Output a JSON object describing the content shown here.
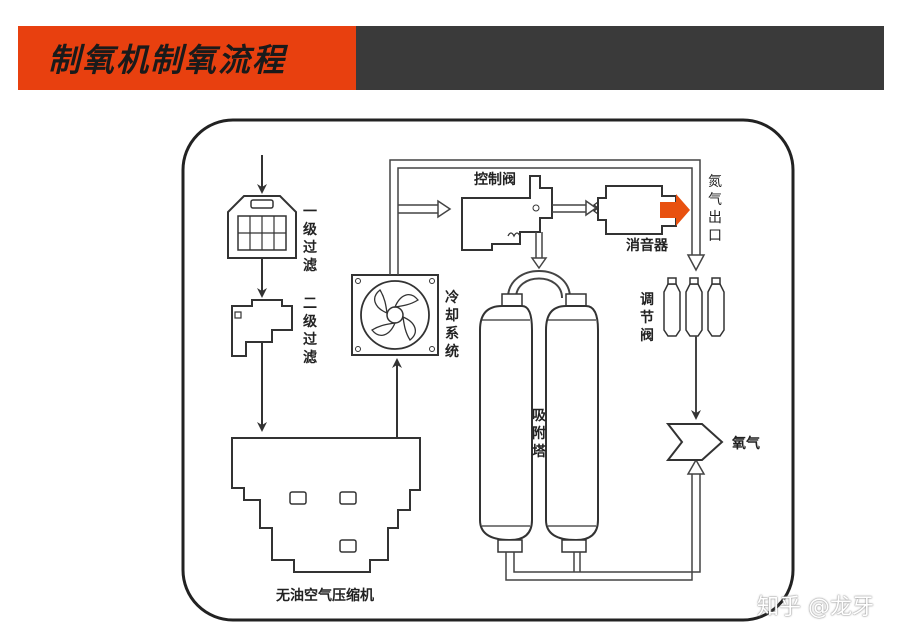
{
  "header": {
    "title": "制氧机制氧流程",
    "bar_color": "#e8400f",
    "bar_dark": "#3a3a3a"
  },
  "labels": {
    "filter1": [
      "一",
      "级",
      "过",
      "滤"
    ],
    "filter2": [
      "二",
      "级",
      "过",
      "滤"
    ],
    "cooling": [
      "冷",
      "却",
      "系",
      "统"
    ],
    "control_valve": "控制阀",
    "silencer": "消音器",
    "nitrogen_outlet": [
      "氮",
      "气",
      "出",
      "口"
    ],
    "regulator": [
      "调",
      "节",
      "阀"
    ],
    "adsorption_tower": [
      "吸",
      "附",
      "塔"
    ],
    "oxygen": "氧气",
    "compressor": "无油空气压缩机"
  },
  "watermark": "知乎 @龙牙",
  "accent_arrow_color": "#e8500f"
}
